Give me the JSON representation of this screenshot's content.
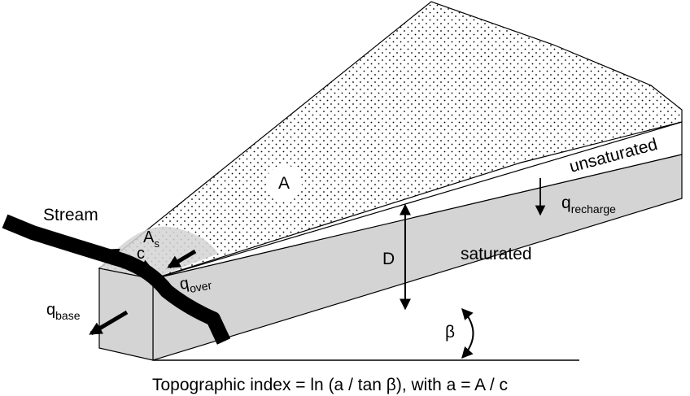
{
  "labels": {
    "stream": "Stream",
    "area": "A",
    "saturated_area": "A",
    "saturated_area_sub": "s",
    "contour_width": "c",
    "unsaturated": "unsaturated",
    "saturated": "saturated",
    "depth": "D",
    "recharge": "q",
    "recharge_sub": "recharge",
    "overland": "q",
    "overland_sub": "over",
    "baseflow": "q",
    "baseflow_sub": "base",
    "slope_angle": "β"
  },
  "caption": "Topographic index = ln (a / tan β), with a = A / c",
  "colors": {
    "saturated_fill": "#d4d4d4",
    "unsaturated_fill": "#ffffff",
    "stipple_dot": "#000000",
    "stream": "#000000",
    "outline": "#000000"
  }
}
